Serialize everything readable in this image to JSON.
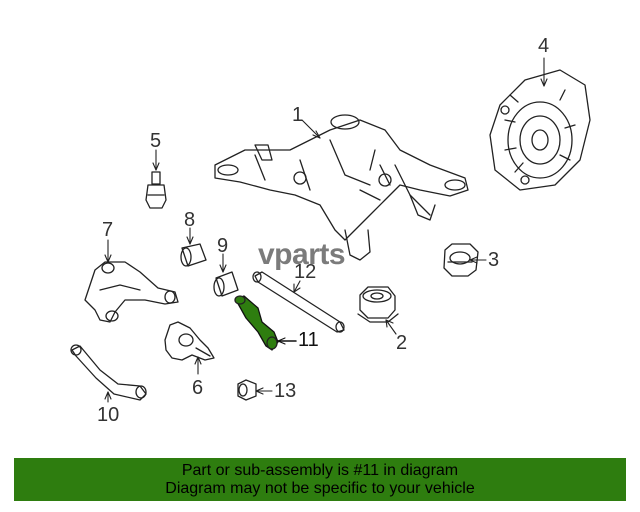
{
  "watermark": "vparts",
  "callouts": {
    "c1": "1",
    "c2": "2",
    "c3": "3",
    "c4": "4",
    "c5": "5",
    "c6": "6",
    "c7": "7",
    "c8": "8",
    "c9": "9",
    "c10": "10",
    "c11": "11",
    "c12": "12",
    "c13": "13"
  },
  "highlight_color": "#2e7d0f",
  "banner": {
    "line1": "Part or sub-assembly is #11 in diagram",
    "line2": "Diagram may not be specific to your vehicle"
  }
}
